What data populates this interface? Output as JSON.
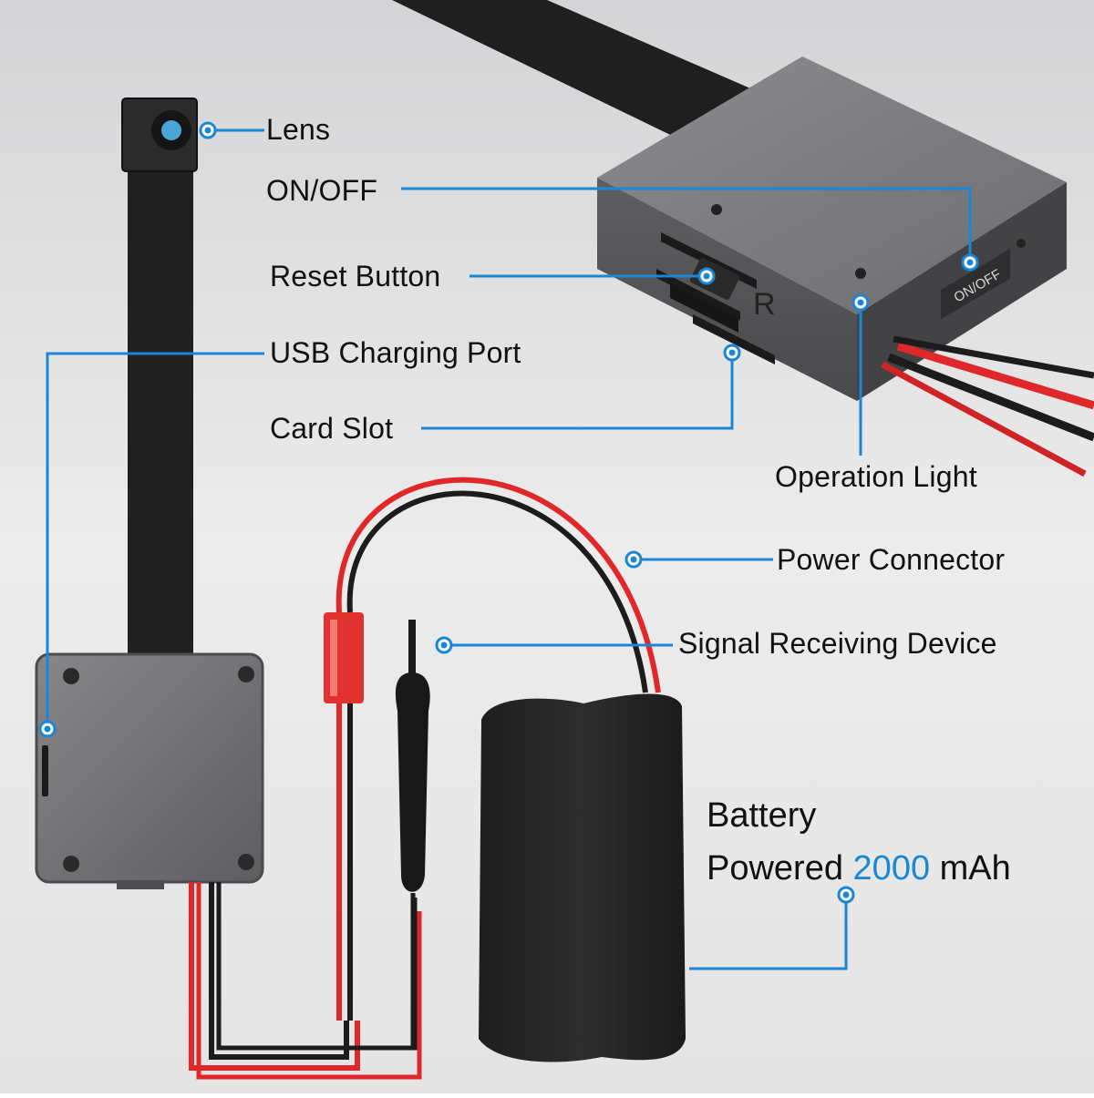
{
  "labels": {
    "lens": "Lens",
    "on_off": "ON/OFF",
    "reset_button": "Reset Button",
    "usb_charging_port": "USB Charging Port",
    "card_slot": "Card Slot",
    "operation_light": "Operation Light",
    "power_connector": "Power Connector",
    "signal_receiving_device": "Signal Receiving Device"
  },
  "battery": {
    "line1": "Battery",
    "line2_prefix": "Powered",
    "capacity_value": "2000",
    "capacity_unit": "mAh"
  },
  "device_marks": {
    "switch_label": "ON/OFF",
    "reset_mark": "R"
  },
  "colors": {
    "callout_blue": "#1a86d6",
    "background": "#e6e6e6",
    "device_grey": "#6f6f72",
    "wire_red": "#e0282a",
    "wire_black": "#1c1c1c"
  }
}
